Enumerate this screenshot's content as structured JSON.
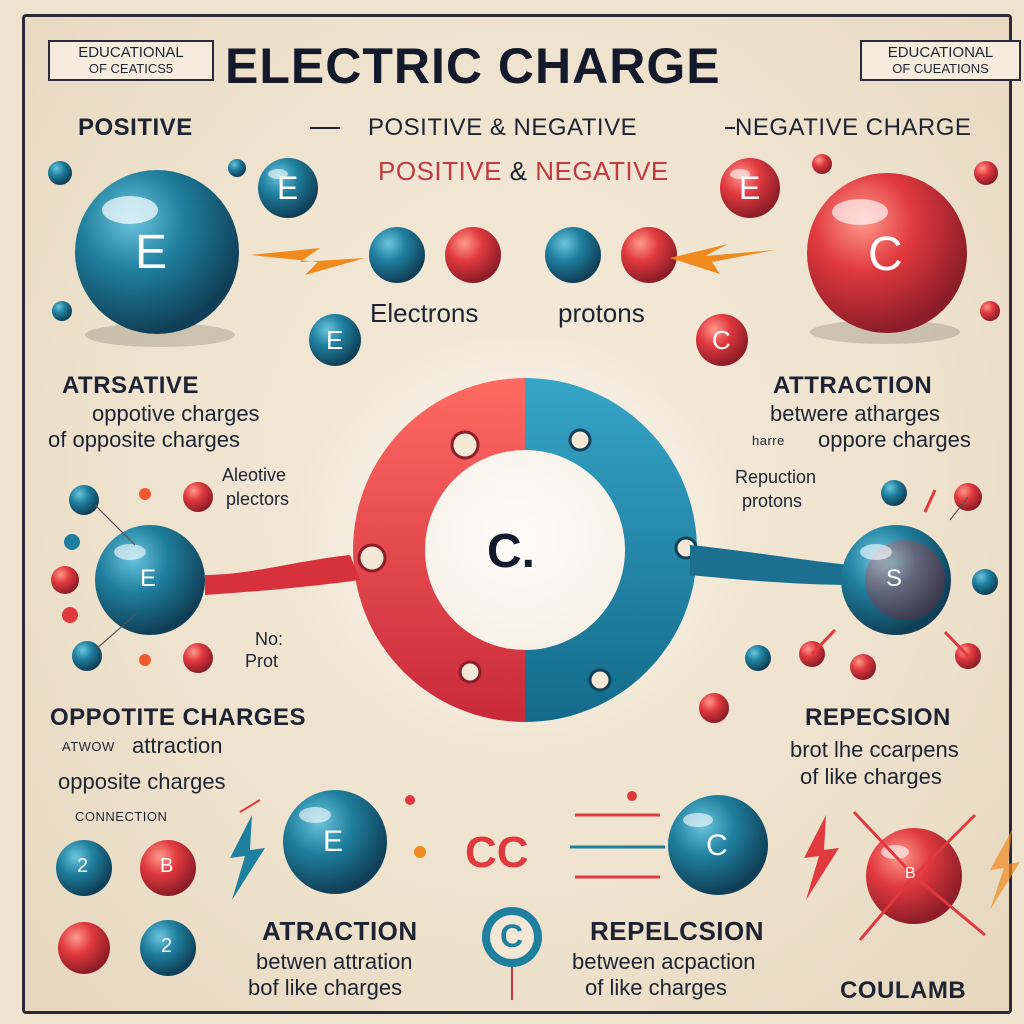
{
  "title": "ELECTRIC CHARGE",
  "badge_left": {
    "line1": "EDUCATIONAL",
    "line2": "OF CEATICS5"
  },
  "badge_right": {
    "line1": "EDUCATIONAL",
    "line2": "OF CUEATIONS"
  },
  "header": {
    "left": "POSITIVE",
    "center": "POSITIVE & NEGATIVE",
    "sep": "-",
    "right": "NEGATIVE CHARGE"
  },
  "subheader": {
    "positive": "POSITIVE",
    "amp": " & ",
    "negative": "NEGATIVE",
    "mark": "?"
  },
  "particle_labels": {
    "electrons": "Electrons",
    "protons": "protons"
  },
  "ball_letters": {
    "big_left": "E",
    "big_right": "C",
    "small_blue_top": "E",
    "small_red_top": "E",
    "small_blue_mid": "E",
    "small_red_mid": "C",
    "magnet_center": "C.",
    "mid_left_ball": "E",
    "mid_right_ball": "S",
    "bottom_blue_big": "E",
    "bottom_blue_right": "C",
    "cc": "CC",
    "circle_c": "C",
    "bottom_red_right": "B",
    "small_two": "2",
    "small_b": "B"
  },
  "left_block1": {
    "heading": "ATRSATIVE",
    "line1": "oppotive charges",
    "line2": "of opposite charges"
  },
  "right_block1": {
    "heading": "ATTRACTION",
    "line1": "betwere atharges",
    "line2": "oppore charges",
    "prefix": "harre"
  },
  "left_small": {
    "line1": "Aleotive",
    "line2": "plectors"
  },
  "right_small": {
    "line1": "Repuction",
    "line2": "protons"
  },
  "left_tiny": {
    "line1": "No:",
    "line2": "Prot"
  },
  "left_block2": {
    "heading": "OPPOTITE CHARGES",
    "line1": "attraction",
    "line1_prefix": "ATWOW",
    "line2": "opposite charges",
    "tiny": "CONNECTION"
  },
  "right_block2": {
    "heading": "REPECSION",
    "line1": "brot lhe ccarpens",
    "line2": "of like charges"
  },
  "bottom_left": {
    "heading": "ATRACTION",
    "line1": "betwen attration",
    "line2": "bof like charges"
  },
  "bottom_right": {
    "heading": "REPELCSION",
    "line1": "between acpaction",
    "line2": "of like charges"
  },
  "footer": "COULAMB",
  "colors": {
    "background": "#efe3cf",
    "blue": "#1f7f9e",
    "red": "#e0393e",
    "navy": "#1d2333",
    "lightning": "#f08a1e"
  }
}
